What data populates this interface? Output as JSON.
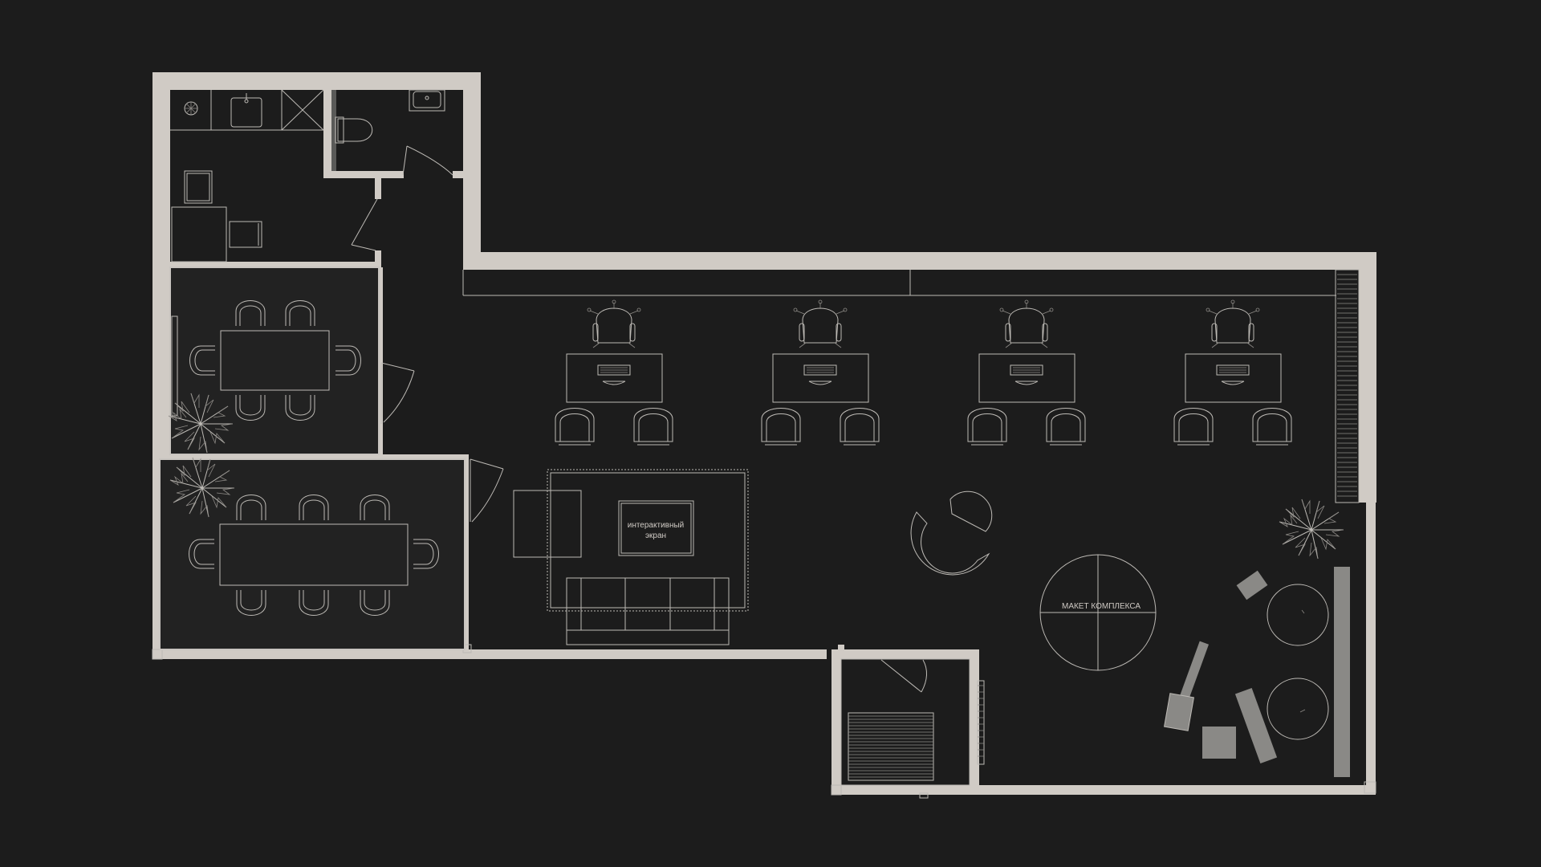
{
  "labels": {
    "screen_line1": "интерактивный",
    "screen_line2": "экран",
    "model": "МАКЕТ КОМПЛЕКСА"
  },
  "colors": {
    "background": "#1c1c1c",
    "wall": "#d0cbc5",
    "line": "#bdbab5",
    "grey_block": "#8a8986"
  },
  "icons": [
    "desk-chair-icon",
    "armchair-icon",
    "keyboard-icon",
    "sofa-icon",
    "plant-icon",
    "toilet-icon",
    "sink-icon",
    "door-swing-icon"
  ]
}
